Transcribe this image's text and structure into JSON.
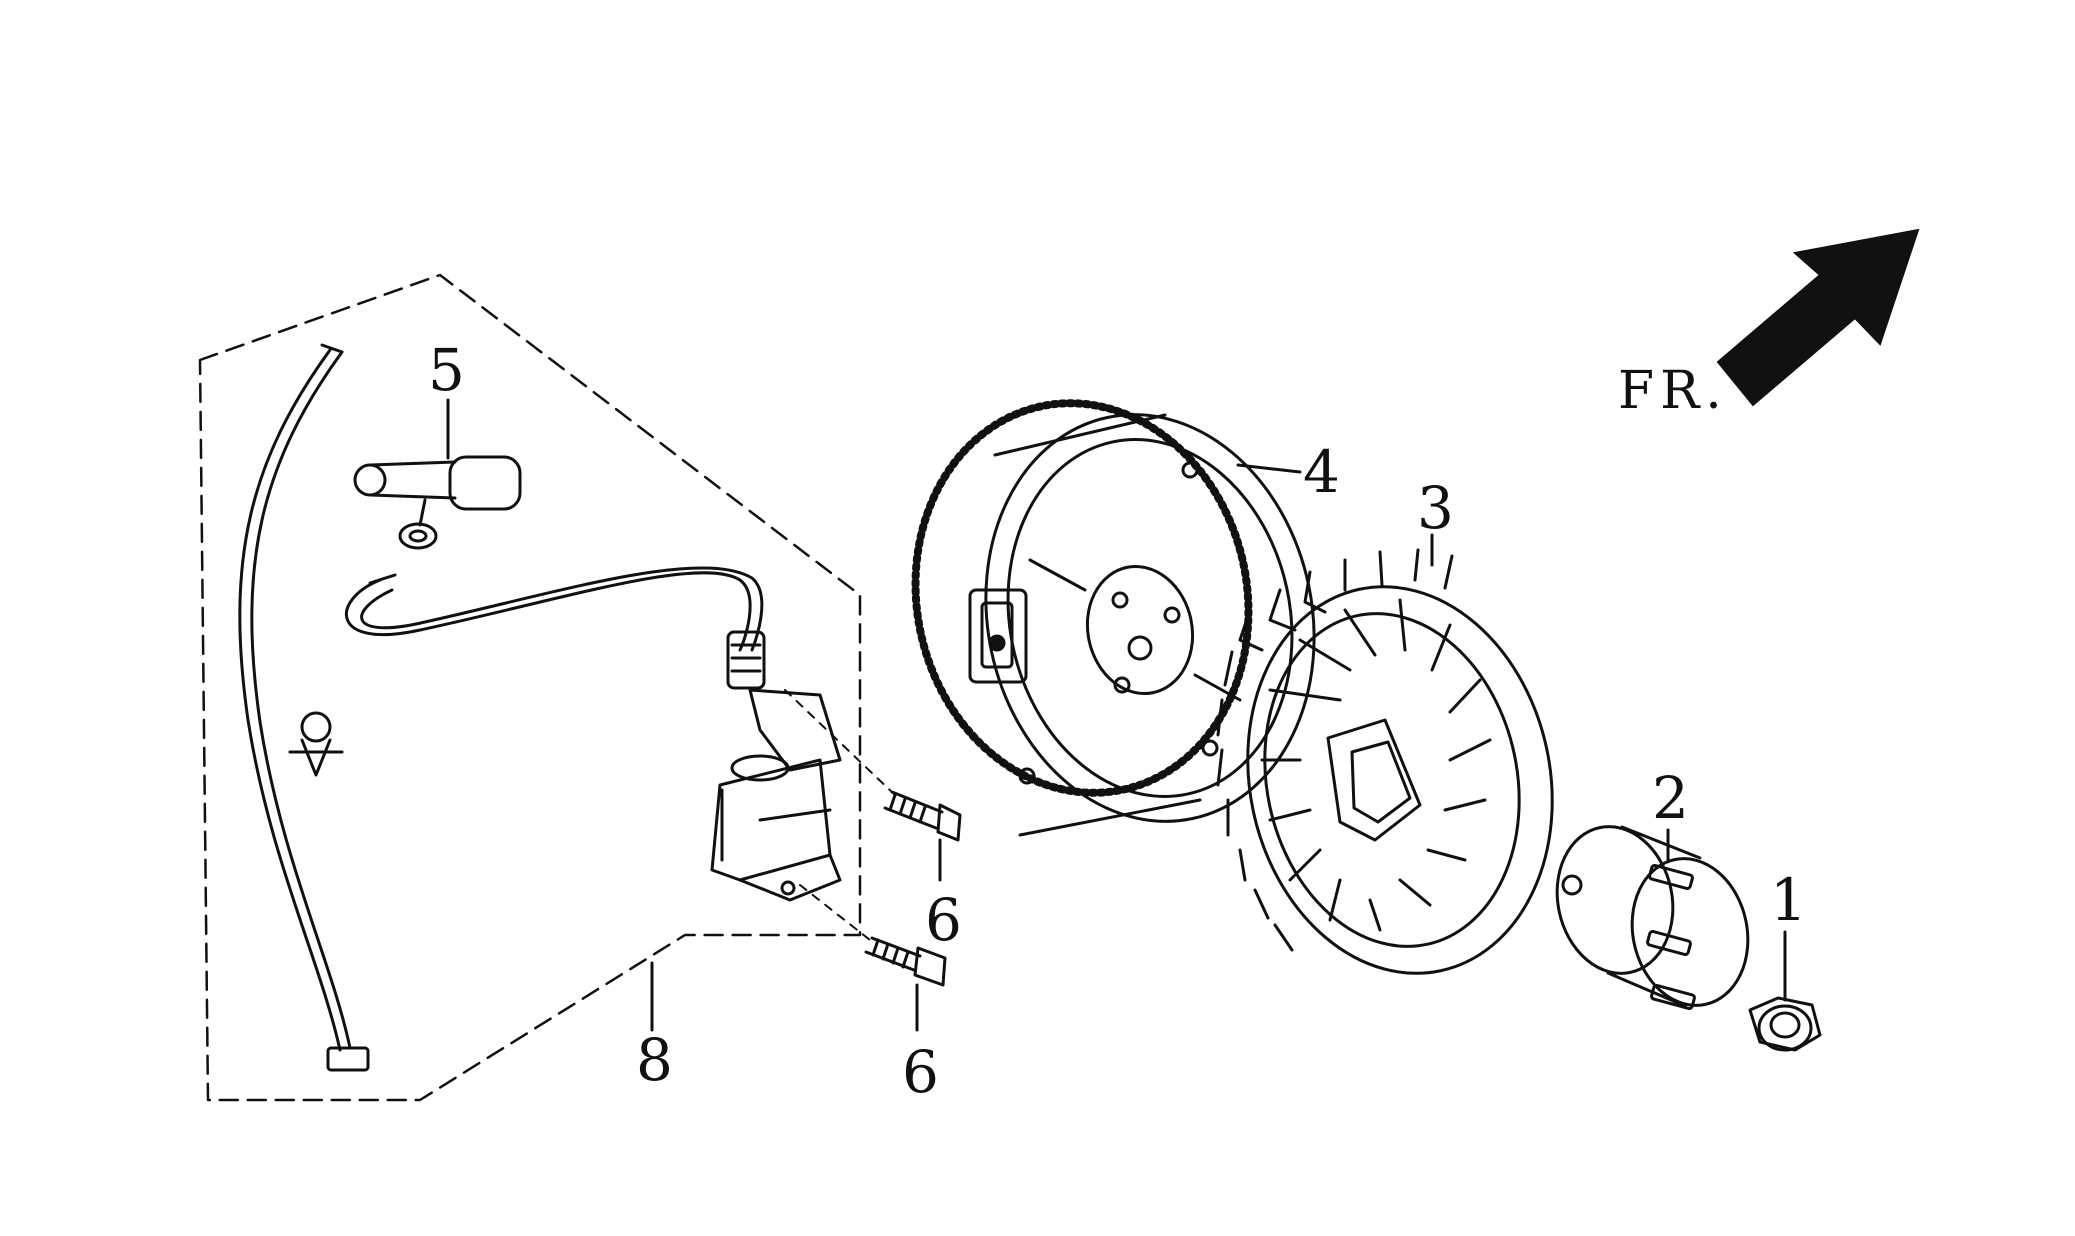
{
  "diagram": {
    "direction_label": "FR.",
    "direction_icon": "arrow-up-right-icon",
    "parts": [
      {
        "ref": "1",
        "label": "1"
      },
      {
        "ref": "2",
        "label": "2"
      },
      {
        "ref": "3",
        "label": "3"
      },
      {
        "ref": "4",
        "label": "4"
      },
      {
        "ref": "5",
        "label": "5"
      },
      {
        "ref": "6a",
        "label": "6"
      },
      {
        "ref": "6b",
        "label": "6"
      },
      {
        "ref": "8",
        "label": "8"
      }
    ]
  }
}
